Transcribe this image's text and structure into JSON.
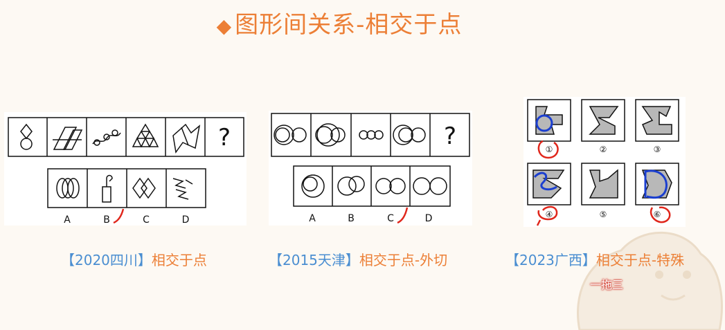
{
  "title": "图形间关系-相交于点",
  "panels": [
    {
      "caption_year": "【2020四川】",
      "caption_label": "相交于点",
      "question_mark": "?",
      "options": [
        "A",
        "B",
        "C",
        "D"
      ]
    },
    {
      "caption_year": "【2015天津】",
      "caption_label": "相交于点-外切",
      "question_mark": "?",
      "options": [
        "A",
        "B",
        "C",
        "D"
      ]
    },
    {
      "caption_year": "【2023广西】",
      "caption_label": "相交于点-特殊",
      "numbers": [
        "①",
        "②",
        "③",
        "④",
        "⑤",
        "⑥"
      ],
      "note": "一拖三"
    }
  ],
  "colors": {
    "title": "#ec7f36",
    "caption_year": "#4a8ed1",
    "caption_label": "#ec7f36",
    "mark_red": "#e0261b",
    "mark_blue": "#1b3fd0",
    "background": "#fdf9f3"
  }
}
